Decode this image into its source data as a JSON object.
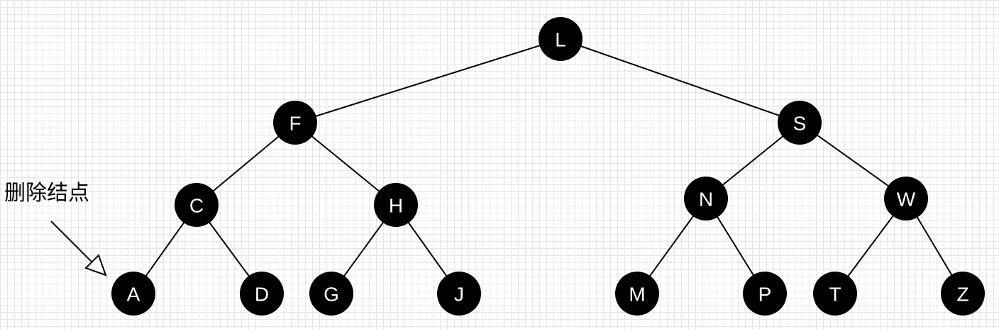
{
  "annotation": {
    "text": "删除结点",
    "target": "A"
  },
  "nodes": [
    {
      "id": "L",
      "label": "L"
    },
    {
      "id": "F",
      "label": "F"
    },
    {
      "id": "S",
      "label": "S"
    },
    {
      "id": "C",
      "label": "C"
    },
    {
      "id": "H",
      "label": "H"
    },
    {
      "id": "N",
      "label": "N"
    },
    {
      "id": "W",
      "label": "W"
    },
    {
      "id": "A",
      "label": "A"
    },
    {
      "id": "D",
      "label": "D"
    },
    {
      "id": "G",
      "label": "G"
    },
    {
      "id": "J",
      "label": "J"
    },
    {
      "id": "M",
      "label": "M"
    },
    {
      "id": "P",
      "label": "P"
    },
    {
      "id": "T",
      "label": "T"
    },
    {
      "id": "Z",
      "label": "Z"
    }
  ],
  "edges": [
    [
      "L",
      "F"
    ],
    [
      "L",
      "S"
    ],
    [
      "F",
      "C"
    ],
    [
      "F",
      "H"
    ],
    [
      "S",
      "N"
    ],
    [
      "S",
      "W"
    ],
    [
      "C",
      "A"
    ],
    [
      "C",
      "D"
    ],
    [
      "H",
      "G"
    ],
    [
      "H",
      "J"
    ],
    [
      "N",
      "M"
    ],
    [
      "N",
      "P"
    ],
    [
      "W",
      "T"
    ],
    [
      "W",
      "Z"
    ]
  ]
}
